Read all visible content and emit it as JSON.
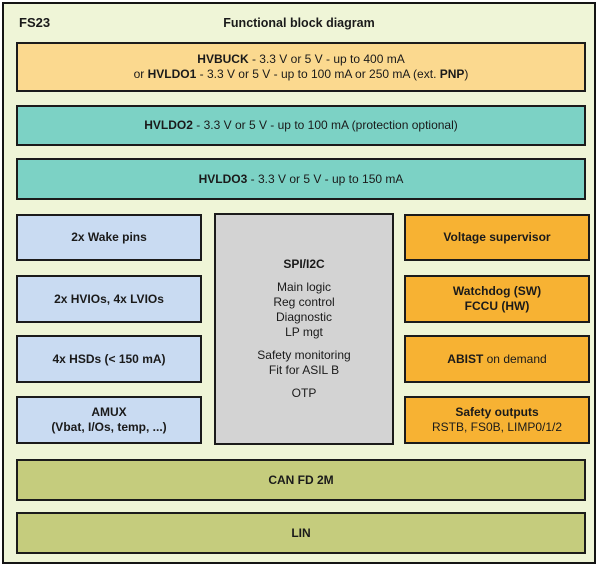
{
  "header": {
    "chip_name": "FS23",
    "title": "Functional block diagram"
  },
  "colors": {
    "background": "#eff5d7",
    "regulator_tan": "#fbd98f",
    "regulator_teal": "#7cd2c5",
    "io_blue": "#c9dbf2",
    "safety_orange": "#f7b233",
    "logic_gray": "#d3d3d3",
    "comm_olive": "#c5cc7d",
    "border": "#1b1b1b"
  },
  "regulators": {
    "hvbuck": {
      "line1": {
        "b": "HVBUCK",
        "r": " - 3.3 V or 5 V - up to 400 mA"
      },
      "line2": {
        "r1": "or ",
        "b1": "HVLDO1",
        "r2": " - 3.3 V or 5 V - up to 100 mA or 250 mA (ext. ",
        "b2": "PNP",
        "r3": ")"
      }
    },
    "hvldo2": {
      "b": "HVLDO2",
      "r": " - 3.3 V or 5 V - up to 100 mA (protection optional)"
    },
    "hvldo3": {
      "b": "HVLDO3",
      "r": " - 3.3 V or 5 V - up to 150 mA"
    }
  },
  "io_blocks": [
    {
      "line1": "2x Wake pins"
    },
    {
      "line1": "2x HVIOs, 4x LVIOs"
    },
    {
      "line1": "4x HSDs (< 150 mA)"
    },
    {
      "line1": "AMUX",
      "line2": "(Vbat, I/Os, temp, ...)"
    }
  ],
  "logic_block": {
    "title": "SPI/I2C",
    "group1": [
      "Main logic",
      "Reg control",
      "Diagnostic",
      "LP mgt"
    ],
    "group2": [
      "Safety monitoring",
      "Fit for ASIL B"
    ],
    "group3": "OTP"
  },
  "safety_blocks": {
    "supervisor": {
      "line1_bold": "Voltage supervisor"
    },
    "watchdog": {
      "line1_bold": "Watchdog (SW)",
      "line2_bold": "FCCU (HW)"
    },
    "abist": {
      "line1_bold": "ABIST",
      "line1_rest": " on demand"
    },
    "outputs": {
      "line1_bold": "Safety outputs",
      "line2": "RSTB, FS0B, LIMP0/1/2"
    }
  },
  "comm_blocks": {
    "can": "CAN FD 2M",
    "lin": "LIN"
  }
}
